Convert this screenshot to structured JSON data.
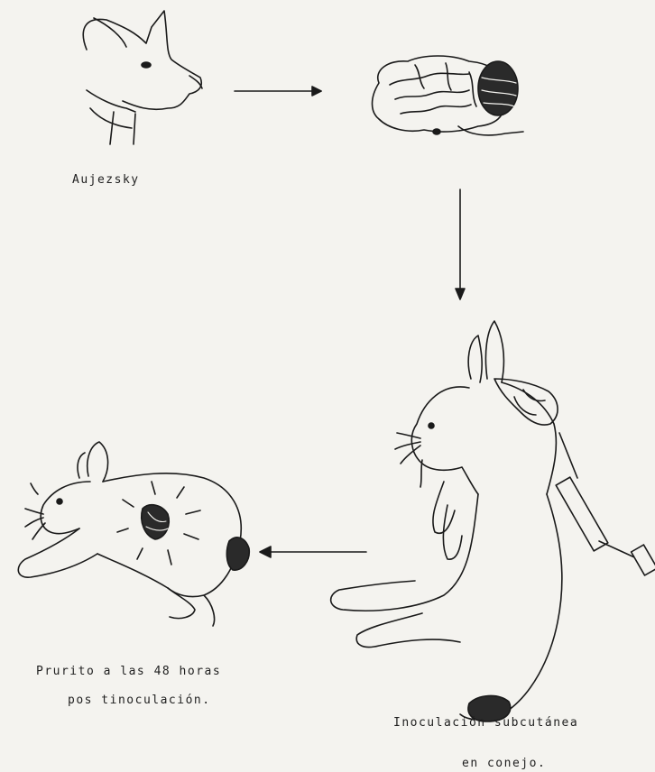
{
  "captions": {
    "pig": "Aujezsky",
    "pruritus_line1": "Prurito  a las 48 horas",
    "pruritus_line2": "pos tinoculación.",
    "inoculation_line1": "Inoculación subcutánea",
    "inoculation_line2": "en  conejo."
  }
}
